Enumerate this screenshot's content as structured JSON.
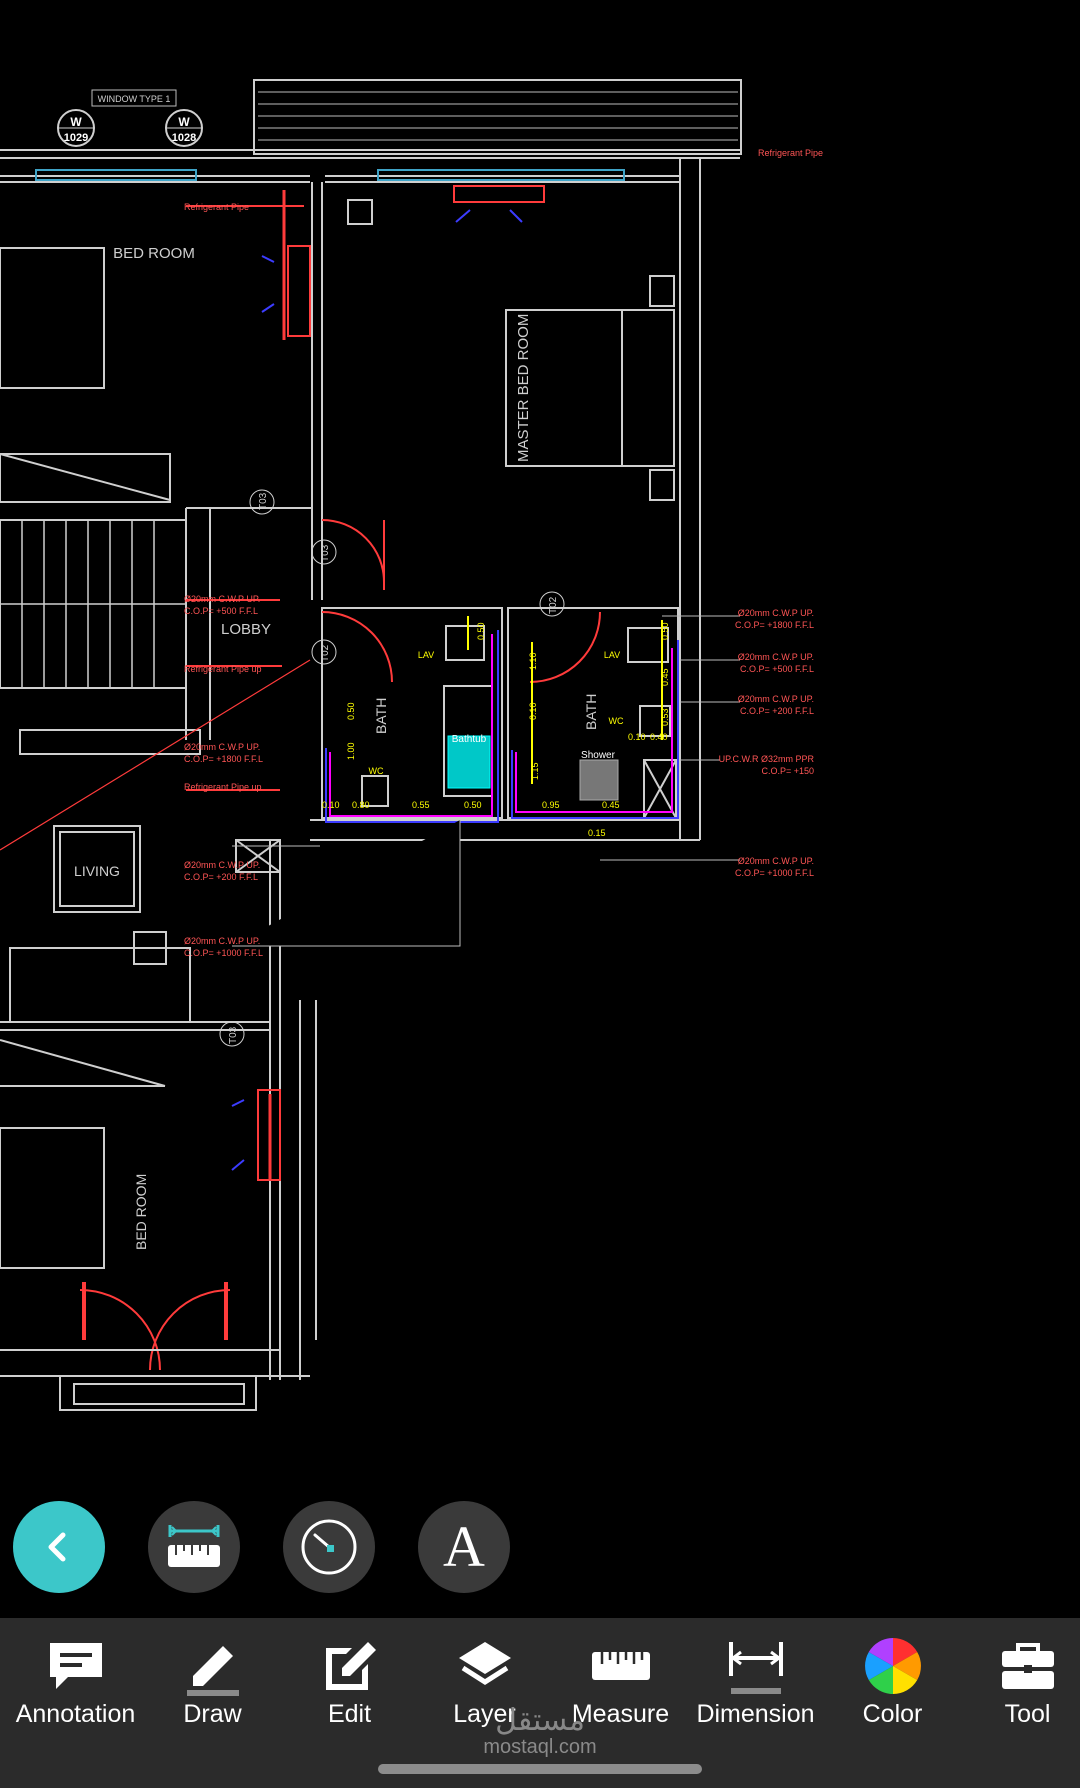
{
  "drawing": {
    "window_type": "WINDOW TYPE 1",
    "tags": [
      {
        "top": "W",
        "bottom": "1029"
      },
      {
        "top": "W",
        "bottom": "1028"
      }
    ],
    "rooms": {
      "bed_room_top": "BED ROOM",
      "master_bed_room": "MASTER BED ROOM",
      "lobby": "LOBBY",
      "bath_left": "BATH",
      "bath_right": "BATH",
      "living": "LIVING",
      "bed_room_bottom": "BED ROOM"
    },
    "fixtures": {
      "lav_left": "LAV",
      "lav_right": "LAV",
      "wc_left": "WC",
      "wc_right": "WC",
      "bathtub": "Bathtub",
      "shower": "Shower"
    },
    "doors": {
      "t03_a": "T03",
      "t03_b": "T03",
      "t03_c": "T03",
      "t02_a": "T02",
      "t02_b": "T02"
    },
    "refrigerant_labels": {
      "right_top": "Refrigerant Pipe",
      "left_top": "Refrigerant Pipe",
      "left_mid": "Refrigerant Pipe up",
      "left_low": "Refrigerant Pipe up"
    },
    "pipe_notes_left": [
      {
        "line1": "Ø20mm C.W.P UP.",
        "line2": "C.O.P= +500 F.F.L"
      },
      {
        "line1": "Ø20mm C.W.P UP.",
        "line2": "C.O.P= +1800 F.F.L"
      },
      {
        "line1": "Ø20mm C.W.P UP.",
        "line2": "C.O.P= +200 F.F.L"
      },
      {
        "line1": "Ø20mm C.W.P UP.",
        "line2": "C.O.P= +1000 F.F.L"
      }
    ],
    "pipe_notes_right": [
      {
        "line1": "Ø20mm C.W.P UP.",
        "line2": "C.O.P= +1800 F.F.L"
      },
      {
        "line1": "Ø20mm C.W.P UP.",
        "line2": "C.O.P= +500 F.F.L"
      },
      {
        "line1": "Ø20mm C.W.P UP.",
        "line2": "C.O.P= +200 F.F.L"
      },
      {
        "line1": "UP.C.W.R Ø32mm PPR",
        "line2": "C.O.P= +150"
      },
      {
        "line1": "Ø20mm C.W.P UP.",
        "line2": "C.O.P= +1000 F.F.L"
      }
    ],
    "dimensions": {
      "left_bath": [
        "0.10",
        "0.80",
        "0.55",
        "0.50",
        "1.00",
        "0.50",
        "0.50"
      ],
      "right_bath": [
        "0.95",
        "0.45",
        "0.15",
        "1.15",
        "0.10",
        "0.40",
        "0.45",
        "0.53",
        "0.50",
        "1.10",
        "0.10"
      ]
    }
  },
  "floating_tools": {
    "back": "chevron-left-icon",
    "measure": "ruler-measure-icon",
    "angle": "clock-angle-icon",
    "text": "A"
  },
  "toolbar": [
    {
      "label": "Annotation",
      "icon": "annotation-icon"
    },
    {
      "label": "Draw",
      "icon": "pencil-icon"
    },
    {
      "label": "Edit",
      "icon": "edit-icon"
    },
    {
      "label": "Layer",
      "icon": "layers-icon"
    },
    {
      "label": "Measure",
      "icon": "ruler-icon"
    },
    {
      "label": "Dimension",
      "icon": "dimension-icon"
    },
    {
      "label": "Color",
      "icon": "color-wheel-icon"
    },
    {
      "label": "Tool",
      "icon": "toolbox-icon"
    }
  ],
  "watermark": {
    "arabic": "مستقل",
    "latin": "mostaql.com"
  },
  "colors": {
    "accent": "#3cc7c9",
    "toolbar_bg": "#2b2b2b",
    "cad_white": "#d8d8d8",
    "cad_red": "#ff3b3b",
    "cad_yellow": "#ffff00",
    "cad_magenta": "#ff00ff",
    "cad_blue": "#3c3cff",
    "cad_cyan": "#00ffff"
  }
}
